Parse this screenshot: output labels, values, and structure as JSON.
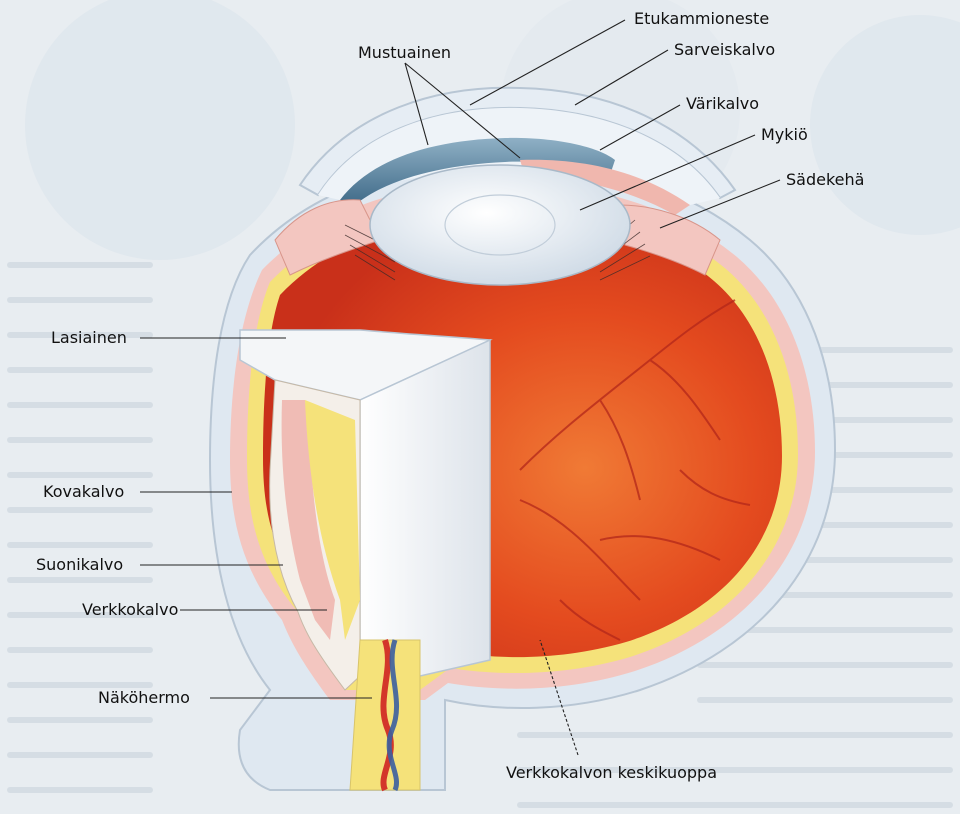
{
  "labels": {
    "etukammioneste": "Etukammioneste",
    "mustuainen": "Mustuainen",
    "sarveiskalvo": "Sarveiskalvo",
    "varikalvo": "Värikalvo",
    "mykio": "Mykiö",
    "sadekeha": "Sädekehä",
    "lasiainen": "Lasiainen",
    "kovakalvo": "Kovakalvo",
    "suonikalvo": "Suonikalvo",
    "verkkokalvo": "Verkkokalvo",
    "nakohermo": "Näköhermo",
    "keskikuoppa": "Verkkokalvon keskikuoppa"
  },
  "colors": {
    "background": "#e9eef2",
    "sclera": "#dfe8f1",
    "choroid": "#f3c6c0",
    "retina": "#f5e27a",
    "eye_interior": "#e8461e",
    "iris": "#5d87a3",
    "lens": "#eef3f8",
    "vitreous": "#f4f6f8",
    "label_line": "#222222"
  }
}
